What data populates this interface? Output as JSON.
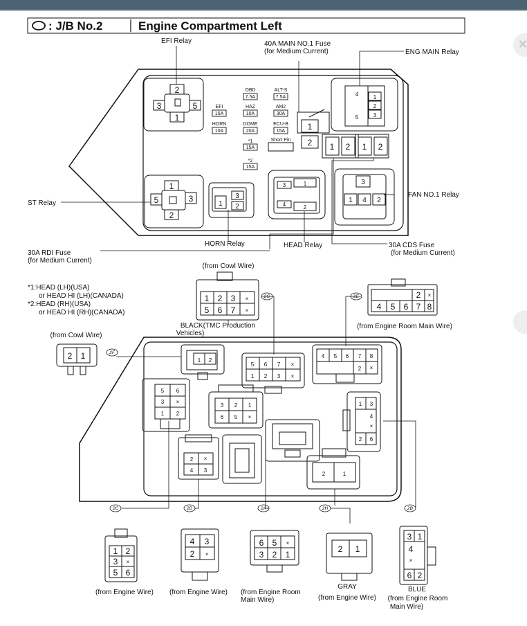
{
  "title": {
    "symbol": "○",
    "part1": ": J/B No.2",
    "part2": "Engine Compartment Left"
  },
  "relay_labels": {
    "efi": "EFI Relay",
    "main_fuse_line1": "40A MAIN NO.1 Fuse",
    "main_fuse_line2": "(for Medium Current)",
    "eng_main": "ENG MAIN Relay",
    "st": "ST Relay",
    "fan": "FAN NO.1 Relay",
    "horn": "HORN Relay",
    "head": "HEAD Relay",
    "rdi_line1": "30A RDI Fuse",
    "rdi_line2": "(for Medium Current)",
    "cds_line1": "30A CDS Fuse",
    "cds_line2": "(for Medium Current)"
  },
  "fuses": [
    {
      "name": "OBD",
      "amp": "7.5A"
    },
    {
      "name": "ALT-S",
      "amp": "7.5A"
    },
    {
      "name": "EFI",
      "amp": "15A"
    },
    {
      "name": "HAZ",
      "amp": "10A"
    },
    {
      "name": "AM2",
      "amp": "30A"
    },
    {
      "name": "HORN",
      "amp": "10A"
    },
    {
      "name": "DOME",
      "amp": "20A"
    },
    {
      "name": "ECU-B",
      "amp": "15A"
    },
    {
      "name": "*1",
      "amp": "15A"
    },
    {
      "name": "*2",
      "amp": "15A"
    }
  ],
  "short_pin": "Short Pin",
  "notes": {
    "n1_line1": "*1:HEAD (LH)(USA)",
    "n1_line2": "or HEAD HI (LH)(CANADA)",
    "n2_line1": "*2:HEAD (RH)(USA)",
    "n2_line2": "or HEAD HI (RH)(CANADA)"
  },
  "connectors": {
    "top_cowl_src": "(from Cowl Wire)",
    "top_cowl_tag": "2G",
    "top_cowl_color_line1": "BLACK(TMC Production",
    "top_cowl_color_line2": "Vehicles)",
    "top_room_tag": "2E",
    "top_room_src": "(from Engine Room Main Wire)",
    "left_cowl_src": "(from Cowl Wire)",
    "left_cowl_tag": "2F",
    "c2c_tag": "2C",
    "c2c_src": "(from Engine Wire)",
    "c2d_tag": "2D",
    "c2d_src": "(from Engine Wire)",
    "c2a_tag": "2A",
    "c2a_src_line1": "(from Engine Room",
    "c2a_src_line2": "Main Wire)",
    "c2h_tag": "2H",
    "c2h_color": "GRAY",
    "c2h_src": "(from Engine Wire)",
    "c2b_tag": "2B",
    "c2b_color": "BLUE",
    "c2b_src_line1": "(from Engine Room",
    "c2b_src_line2": "Main Wire)"
  },
  "colors": {
    "topbar": "#4a6272",
    "ink": "#111111",
    "nav_circle": "#eeeeee"
  },
  "icons": {
    "nav_top": "close-icon",
    "nav_mid": "nav-circle"
  }
}
